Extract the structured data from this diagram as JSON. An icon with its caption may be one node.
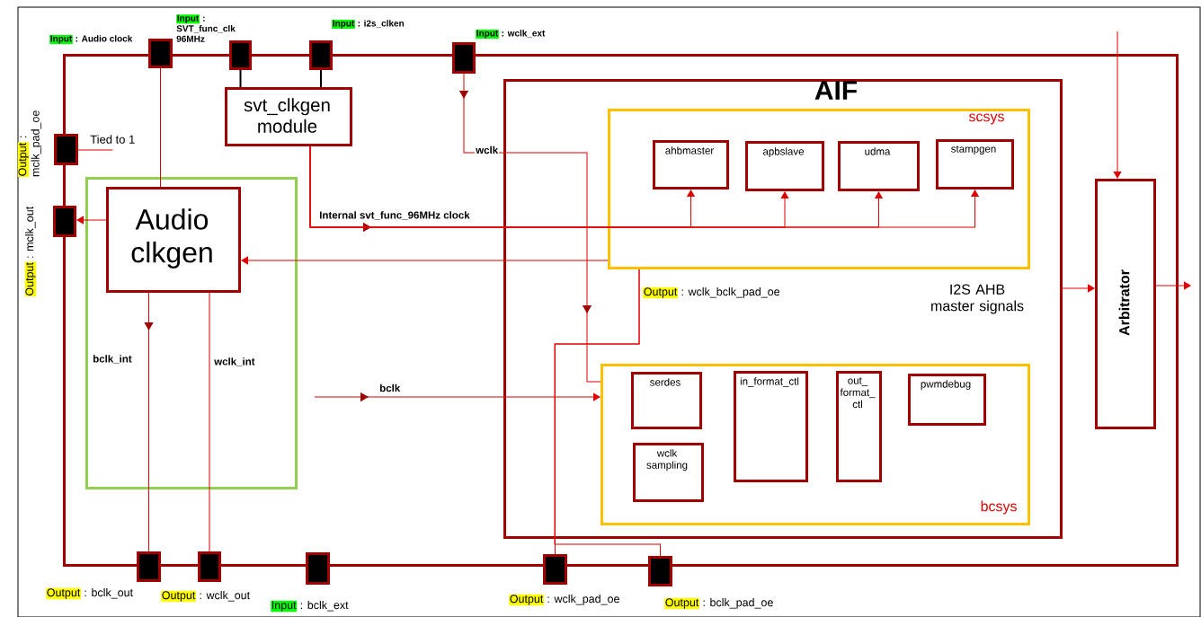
{
  "diagram": {
    "nodes": [
      {
        "text": [],
        "shape": "box"
      },
      {
        "text": [
          "Input",
          ": Audio clock"
        ]
      },
      {
        "text": [
          "Input",
          ": SVT_func_clk 96MHz"
        ]
      },
      {
        "text": [
          "Input",
          ": i2s_clken"
        ]
      },
      {
        "text": [
          "Input",
          ": wclk_ext"
        ]
      },
      {
        "text": [
          "Output",
          ": mclk_pad_oe"
        ]
      },
      {
        "text": [
          "Output",
          ": mclk_out"
        ]
      },
      {
        "text": [
          "Output",
          ": bclk_out"
        ]
      },
      {
        "text": [
          "Output",
          ": wclk_out"
        ]
      },
      {
        "text": [
          "Input",
          ": bclk_ext"
        ]
      },
      {
        "text": [
          "Output",
          ": wclk_pad_oe"
        ]
      },
      {
        "text": [
          "Output",
          ": bclk_pad_oe"
        ]
      },
      {
        "text": [
          "svt_clkgen module"
        ],
        "in": 0
      },
      {
        "text": [],
        "shape": "box",
        "in": 0
      },
      {
        "text": [
          "Audio clkgen"
        ],
        "in": 13
      },
      {
        "text": [
          "AIF",
          "I2S AHB master signals"
        ],
        "in": 0
      },
      {
        "text": [
          "scsys"
        ],
        "in": 15
      },
      {
        "text": [
          "ahbmaster"
        ],
        "in": 16
      },
      {
        "text": [
          "apbslave"
        ],
        "in": 16
      },
      {
        "text": [
          "udma"
        ],
        "in": 16
      },
      {
        "text": [
          "stampgen"
        ],
        "in": 16
      },
      {
        "text": [
          "bcsys"
        ],
        "in": 15
      },
      {
        "text": [
          "serdes"
        ],
        "in": 21
      },
      {
        "text": [
          "in_format_ctl"
        ],
        "in": 21
      },
      {
        "text": [
          "out_format_ctl"
        ],
        "in": 21
      },
      {
        "text": [
          "pwmdebug"
        ],
        "in": 21
      },
      {
        "text": [
          "wclk sampling"
        ],
        "in": 21
      },
      {
        "text": [
          "Arbitrator"
        ],
        "in": 0
      },
      {
        "text": [
          "Tied to 1"
        ],
        "in": 0
      }
    ],
    "edges": [
      {
        "from": 1,
        "to": 14,
        "arrow": "none"
      },
      {
        "from": 2,
        "to": 12,
        "arrow": "none",
        "color": "#000000"
      },
      {
        "from": 3,
        "to": 12,
        "arrow": "none",
        "color": "#000000"
      },
      {
        "from": 4,
        "to": 21,
        "arrow": "to",
        "label": "wclk"
      },
      {
        "from": 12,
        "to": 17,
        "arrow": "to",
        "label": "Internal svt_func_96MHz clock"
      },
      {
        "from": 12,
        "to": 18,
        "arrow": "to"
      },
      {
        "from": 12,
        "to": 19,
        "arrow": "to"
      },
      {
        "from": 12,
        "to": 20,
        "arrow": "to"
      },
      {
        "from": 16,
        "to": 14,
        "arrow": "to"
      },
      {
        "from": 14,
        "to": 6,
        "arrow": "to"
      },
      {
        "from": 14,
        "to": 7,
        "arrow": "to",
        "label": "bclk_int"
      },
      {
        "from": 14,
        "to": 8,
        "arrow": "none",
        "label": "wclk_int"
      },
      {
        "from": null,
        "to": 21,
        "arrow": "to",
        "label": "bclk"
      },
      {
        "from": 16,
        "to": 10,
        "arrow": "none"
      },
      {
        "from": 16,
        "to": 11,
        "arrow": "none"
      },
      {
        "from": 15,
        "to": 27,
        "arrow": "to"
      },
      {
        "from": null,
        "to": 27,
        "arrow": "to"
      },
      {
        "from": 27,
        "to": null,
        "arrow": "to"
      },
      {
        "from": 5,
        "to": 28,
        "arrow": "none"
      }
    ],
    "labels": [
      "Output",
      ": wclk_bclk_pad_oe"
    ]
  }
}
